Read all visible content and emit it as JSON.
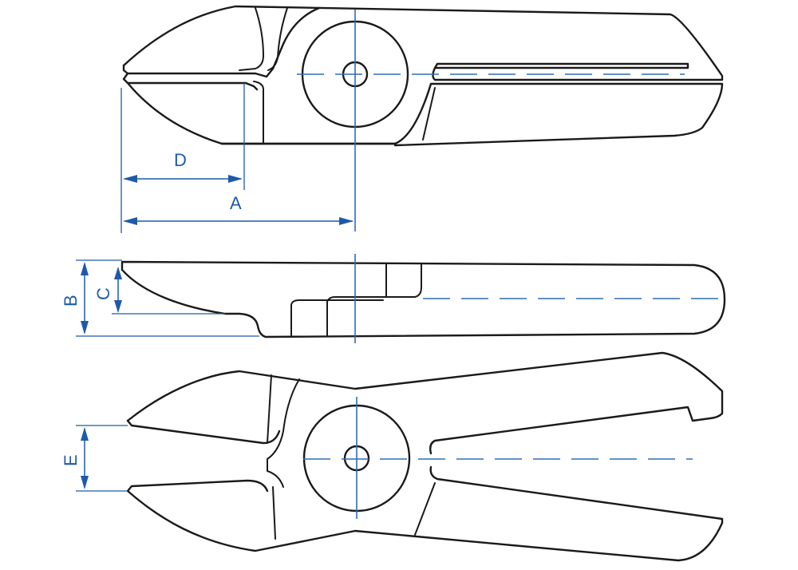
{
  "colors": {
    "outline": "#1a1a1a",
    "dimension": "#1e5aa8",
    "centerline": "#2f6db5",
    "background": "#ffffff"
  },
  "dimensions": {
    "a": "A",
    "b": "B",
    "c": "C",
    "d": "D",
    "e": "E"
  }
}
